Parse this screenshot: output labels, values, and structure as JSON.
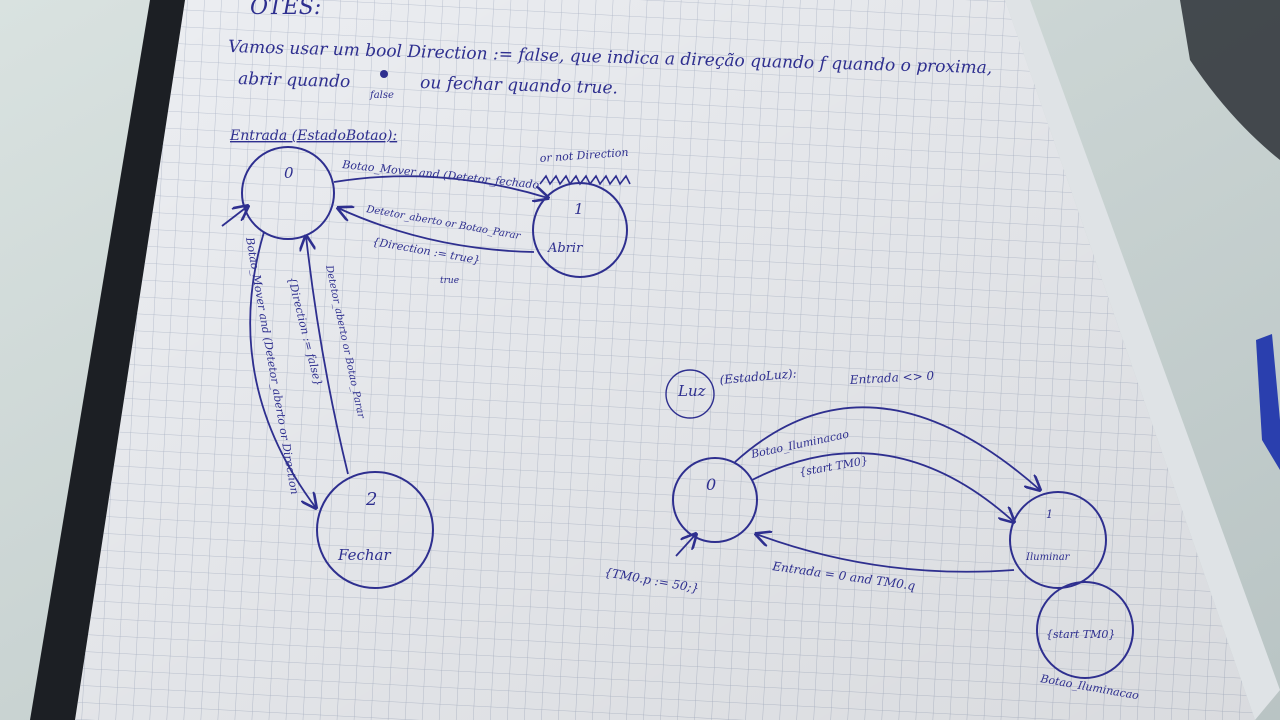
{
  "photo": {
    "subject": "handwritten state machine diagrams on grid notebook paper",
    "ink_color": "#2e2f8f",
    "paper_color": "#eceef2",
    "grid_color": "#aab3c6"
  },
  "notes": {
    "heading": "OTES:",
    "line1": "Vamos usar um bool Direction := false, que indica a direção quando f quando o proxima,",
    "line2a": "abrir quando",
    "line2_correction": "false",
    "line2b": "ou fechar quando true.",
    "strikeover": "true"
  },
  "door_machine": {
    "title": "Entrada (EstadoBotao):",
    "state_0": {
      "number": "0"
    },
    "state_1": {
      "number": "1",
      "name": "Abrir"
    },
    "state_2": {
      "number": "2",
      "name": "Fechar"
    },
    "t_0_1_label": "Botao_Mover and (Detetor_fechado",
    "t_0_1_extra": "or not Direction",
    "t_1_0_label": "Detetor_aberto or Botao_Parar",
    "t_1_0_action": "{Direction := true}",
    "t_0_2_label": "Botao_Mover and (Detetor_aberto or Direction",
    "t_2_0_label": "Detetor_aberto or Botao_Parar",
    "t_2_0_action": "{Direction := false}"
  },
  "light_machine": {
    "title": "Luz",
    "subtitle": "(EstadoLuz):",
    "state_0": {
      "number": "0"
    },
    "state_1": {
      "number": "1",
      "name": "Iluminar"
    },
    "loop_state": {
      "action": "{start TM0}"
    },
    "t_0_1_top": "Entrada <> 0",
    "t_0_1_mid": "Botao_Iluminacao",
    "t_0_1_action": "{start TM0}",
    "t_1_0_label": "Entrada = 0 and TM0.q",
    "init_action": "{TM0.p := 50;}",
    "loop_label": "Botao_Iluminacao"
  }
}
